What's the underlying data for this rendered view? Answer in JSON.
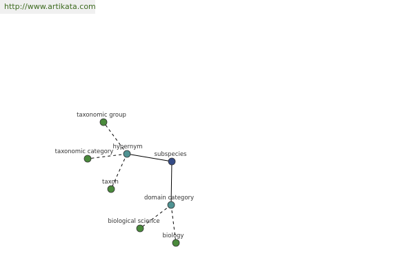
{
  "source_url": "http://www.artikata.com",
  "colors": {
    "url_text": "#3d6b1f",
    "center_node": "#344b86",
    "hub_node": "#4f9292",
    "leaf_node": "#4a8a3c",
    "edge": "#000000",
    "label": "#333333"
  },
  "graph": {
    "nodes": [
      {
        "id": "subspecies",
        "label": "subspecies",
        "kind": "center"
      },
      {
        "id": "hypernym",
        "label": "hypernym",
        "kind": "hub"
      },
      {
        "id": "domain-category",
        "label": "domain category",
        "kind": "hub"
      },
      {
        "id": "taxonomic-group",
        "label": "taxonomic group",
        "kind": "leaf"
      },
      {
        "id": "taxonomic-category",
        "label": "taxonomic category",
        "kind": "leaf"
      },
      {
        "id": "taxon",
        "label": "taxon",
        "kind": "leaf"
      },
      {
        "id": "biological-science",
        "label": "biological science",
        "kind": "leaf"
      },
      {
        "id": "biology",
        "label": "biology",
        "kind": "leaf"
      }
    ],
    "edges": [
      {
        "from": "subspecies",
        "to": "hypernym",
        "style": "solid"
      },
      {
        "from": "subspecies",
        "to": "domain-category",
        "style": "solid"
      },
      {
        "from": "hypernym",
        "to": "taxonomic-group",
        "style": "dashed"
      },
      {
        "from": "hypernym",
        "to": "taxonomic-category",
        "style": "dashed"
      },
      {
        "from": "hypernym",
        "to": "taxon",
        "style": "dashed"
      },
      {
        "from": "domain-category",
        "to": "biological-science",
        "style": "dashed"
      },
      {
        "from": "domain-category",
        "to": "biology",
        "style": "dashed"
      }
    ]
  }
}
